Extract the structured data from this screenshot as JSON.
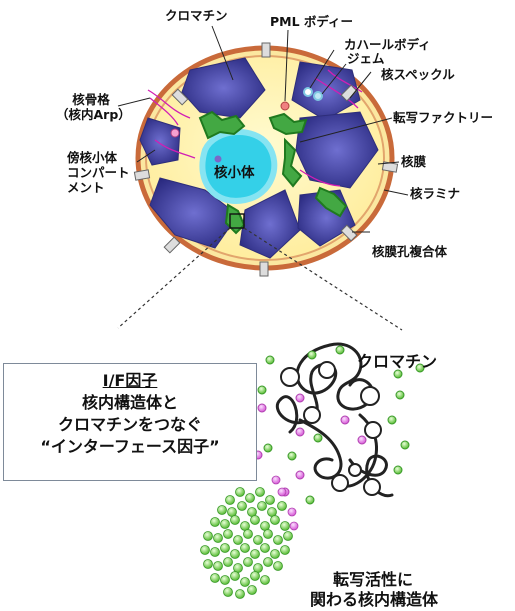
{
  "nucleus": {
    "labels": {
      "chromatin": "クロマチン",
      "pml_body": "PML ボディー",
      "cajal_body": "カハールボディ",
      "gem": "ジェム",
      "speckle": "核スペックル",
      "cytoskeleton_line1": "核骨格",
      "cytoskeleton_line2": "（核内Arp）",
      "transcription_factory": "転写ファクトリー",
      "perinucleolar_line1": "傍核小体",
      "perinucleolar_line2": "コンパート",
      "perinucleolar_line3": "メント",
      "nucleolus": "核小体",
      "nuclear_envelope": "核膜",
      "nuclear_lamina": "核ラミナ",
      "nuclear_pore": "核膜孔複合体"
    }
  },
  "interface": {
    "title": "I/F因子",
    "line1": "核内構造体と",
    "line2": "クロマチンをつなぐ",
    "line3": "“インターフェース因子”",
    "chromatin_label": "クロマチン",
    "structure_line1": "転写活性に",
    "structure_line2": "関わる核内構造体"
  },
  "colors": {
    "envelope": "#c96a3a",
    "nucleoplasm": "#fff7b8",
    "chromatin": "#4f4fa8",
    "nucleolus": "#2fd0e6",
    "factory": "#2f9a2f",
    "cytoskeleton": "#d21eb4",
    "dots": "#8fd46a",
    "pink_dots": "#e985ea"
  }
}
